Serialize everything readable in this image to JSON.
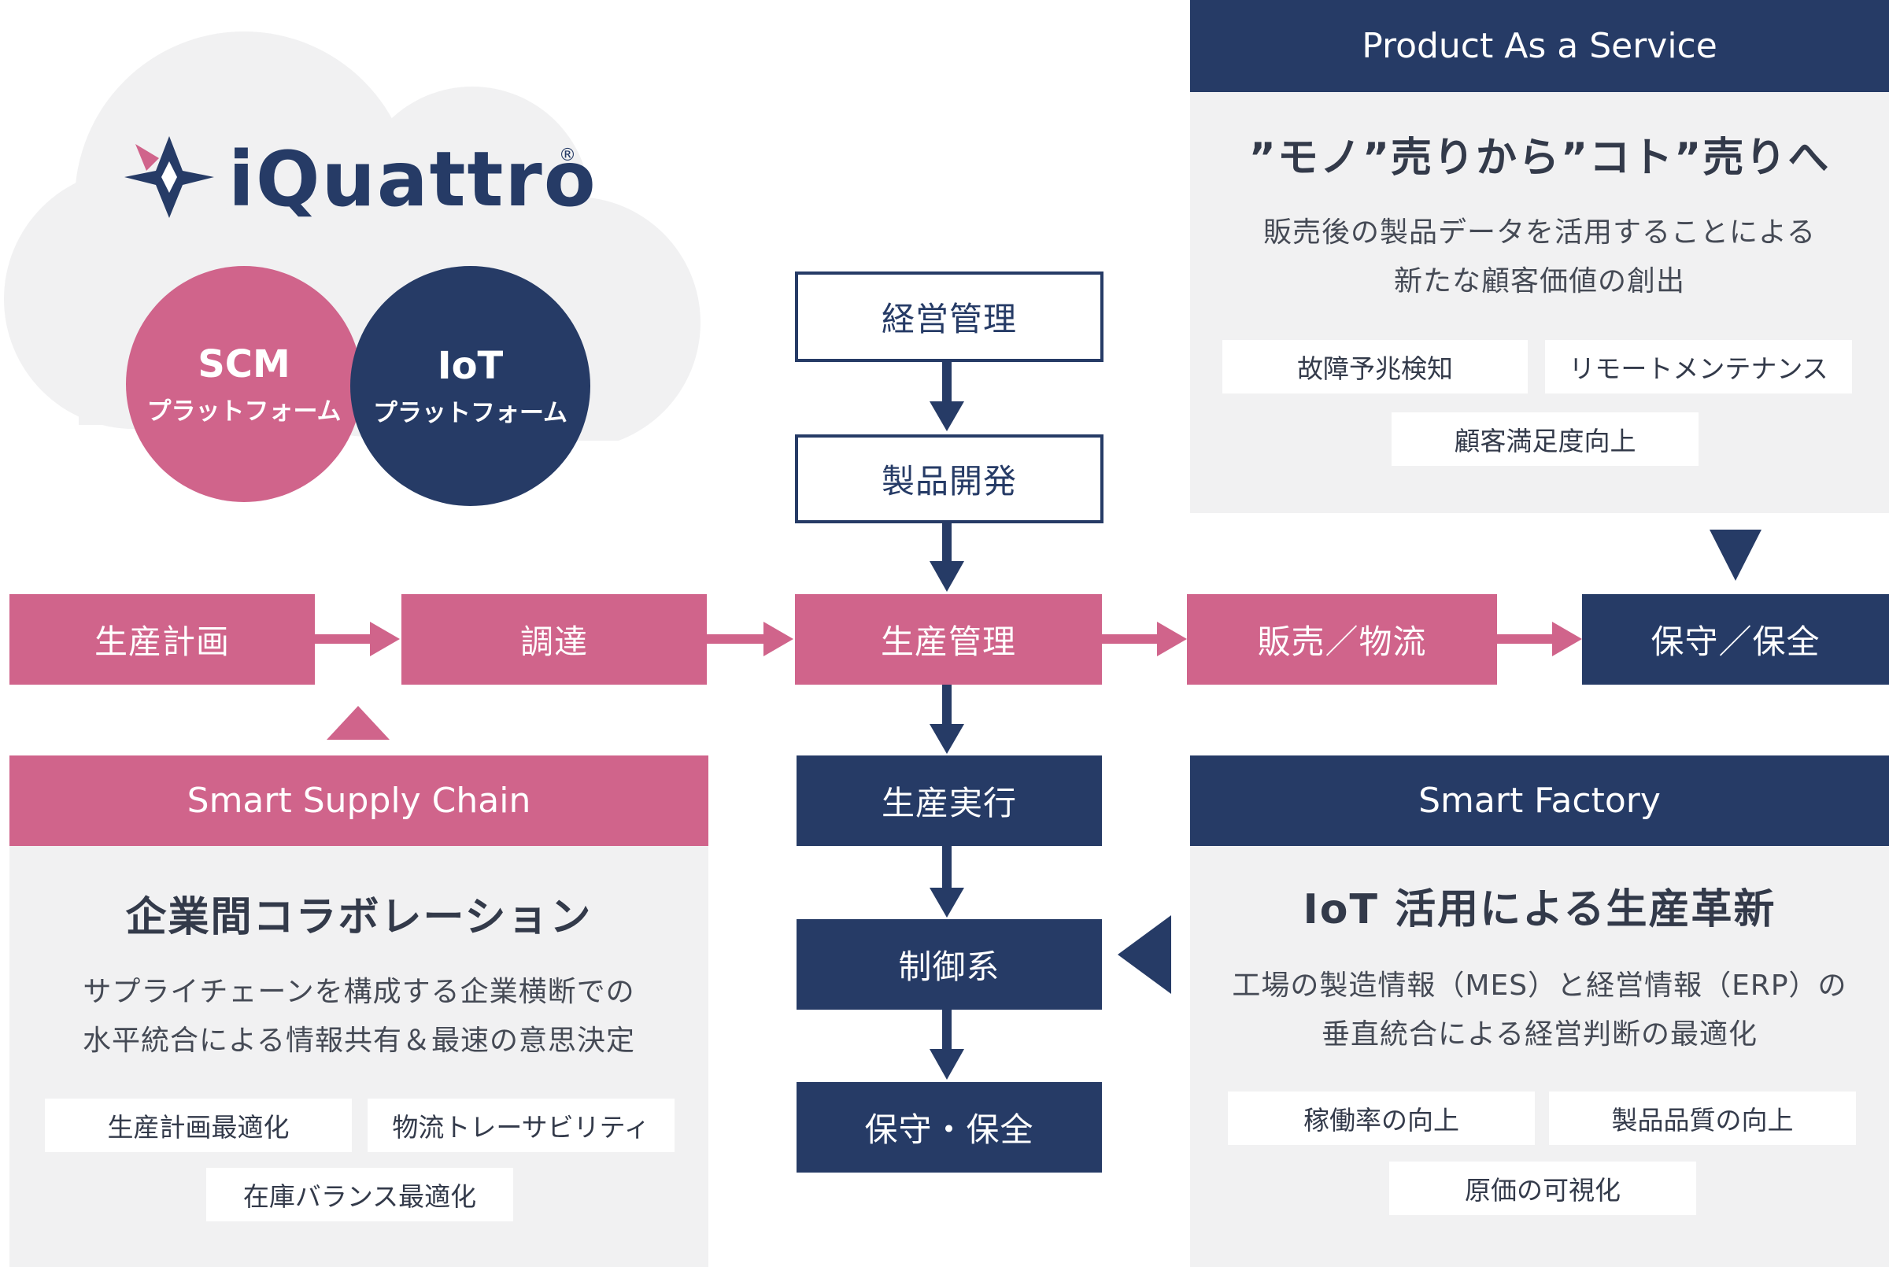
{
  "logo": {
    "brand": "iQuattro",
    "registered": "®",
    "circles": [
      {
        "title": "SCM",
        "subtitle": "プラットフォーム",
        "color": "#d0648b"
      },
      {
        "title": "IoT",
        "subtitle": "プラットフォーム",
        "color": "#263b66"
      }
    ]
  },
  "flow": {
    "vertical_top": [
      "経営管理",
      "製品開発"
    ],
    "main_row": [
      "生産計画",
      "調達",
      "生産管理",
      "販売／物流",
      "保守／保全"
    ],
    "vertical_bottom": [
      "生産実行",
      "制御系",
      "保守・保全"
    ]
  },
  "paas": {
    "header": "Product As a Service",
    "title": "”モノ”売りから”コト”売りへ",
    "desc_lines": [
      "販売後の製品データを活用することによる",
      "新たな顧客価値の創出"
    ],
    "tags": [
      "故障予兆検知",
      "リモートメンテナンス",
      "顧客満足度向上"
    ]
  },
  "supply_chain": {
    "header": "Smart Supply Chain",
    "title": "企業間コラボレーション",
    "desc_lines": [
      "サプライチェーンを構成する企業横断での",
      "水平統合による情報共有＆最速の意思決定"
    ],
    "tags": [
      "生産計画最適化",
      "物流トレーサビリティ",
      "在庫バランス最適化"
    ]
  },
  "factory": {
    "header": "Smart Factory",
    "title": "IoT 活用による生産革新",
    "desc_lines": [
      "工場の製造情報（MES）と経営情報（ERP）の",
      "垂直統合による経営判断の最適化"
    ],
    "tags": [
      "稼働率の向上",
      "製品品質の向上",
      "原価の可視化"
    ]
  },
  "colors": {
    "pink": "#d0648b",
    "navy": "#263b66",
    "panel": "#f1f1f2"
  }
}
